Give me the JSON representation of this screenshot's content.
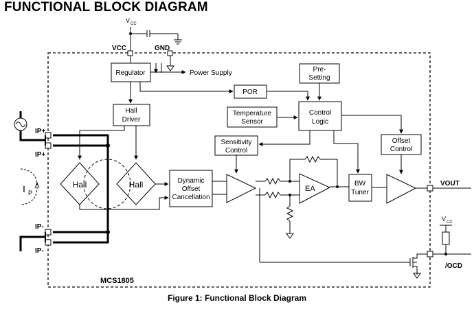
{
  "title": "FUNCTIONAL BLOCK DIAGRAM",
  "caption": "Figure 1: Functional Block Diagram",
  "chip_name": "MCS1805",
  "supply": {
    "vcc_top": "V",
    "vcc_top_sub": "CC",
    "vcc_pin": "VCC",
    "gnd_pin": "GND",
    "vcc_right": "V",
    "vcc_right_sub": "CC"
  },
  "pins": {
    "ip_plus_1": "IP+",
    "ip_plus_2": "IP+",
    "ip_minus_1": "IP-",
    "ip_minus_2": "IP-",
    "vout": "VOUT",
    "ocd": "/OCD"
  },
  "current_label": "I",
  "current_sub": "P",
  "blocks": {
    "regulator": "Regulator",
    "power_supply": "Power Supply",
    "hall_driver_1": "Hall",
    "hall_driver_2": "Driver",
    "por": "POR",
    "presetting_1": "Pre-",
    "presetting_2": "Setting",
    "temp_sensor_1": "Temperature",
    "temp_sensor_2": "Sensor",
    "control_logic_1": "Control",
    "control_logic_2": "Logic",
    "sensitivity_1": "Sensitivity",
    "sensitivity_2": "Control",
    "offset_control_1": "Offset",
    "offset_control_2": "Control",
    "hall_1": "Hall",
    "hall_2": "Hall",
    "dyn_offset_1": "Dynamic",
    "dyn_offset_2": "Offset",
    "dyn_offset_3": "Cancellation",
    "ea": "EA",
    "bw_tuner_1": "BW",
    "bw_tuner_2": "Tuner"
  }
}
